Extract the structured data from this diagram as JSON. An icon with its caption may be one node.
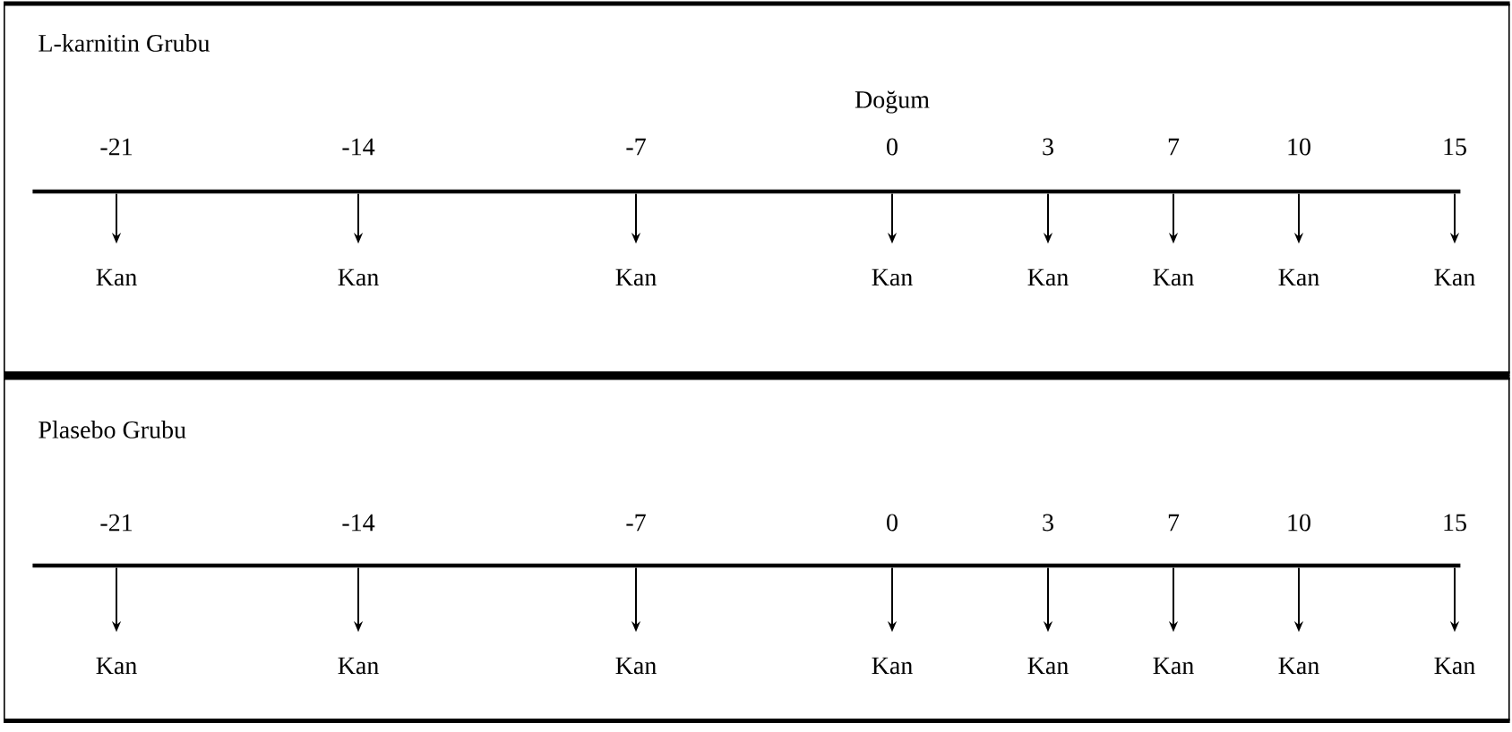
{
  "diagram": {
    "nodes": [
      {
        "text": [
          "L-karnitin Grubu"
        ]
      },
      {
        "text": [],
        "shape": "bar",
        "in": 0
      },
      {
        "text": [
          "Kan"
        ],
        "in": 0
      },
      {
        "text": [
          "Kan"
        ],
        "in": 0
      },
      {
        "text": [
          "Kan"
        ],
        "in": 0
      },
      {
        "text": [
          "Kan"
        ],
        "in": 0
      },
      {
        "text": [
          "Kan"
        ],
        "in": 0
      },
      {
        "text": [
          "Kan"
        ],
        "in": 0
      },
      {
        "text": [
          "Kan"
        ],
        "in": 0
      },
      {
        "text": [
          "Kan"
        ],
        "in": 0
      },
      {
        "text": [
          "Plasebo Grubu"
        ]
      },
      {
        "text": [],
        "shape": "bar",
        "in": 10
      },
      {
        "text": [
          "Kan"
        ],
        "in": 10
      },
      {
        "text": [
          "Kan"
        ],
        "in": 10
      },
      {
        "text": [
          "Kan"
        ],
        "in": 10
      },
      {
        "text": [
          "Kan"
        ],
        "in": 10
      },
      {
        "text": [
          "Kan"
        ],
        "in": 10
      },
      {
        "text": [
          "Kan"
        ],
        "in": 10
      },
      {
        "text": [
          "Kan"
        ],
        "in": 10
      },
      {
        "text": [
          "Kan"
        ],
        "in": 10
      }
    ],
    "edges": [
      {
        "from": 1,
        "to": 2,
        "arrow": "to"
      },
      {
        "from": 1,
        "to": 3,
        "arrow": "to"
      },
      {
        "from": 1,
        "to": 4,
        "arrow": "to"
      },
      {
        "from": 1,
        "to": 5,
        "arrow": "to"
      },
      {
        "from": 1,
        "to": 6,
        "arrow": "to"
      },
      {
        "from": 1,
        "to": 7,
        "arrow": "to"
      },
      {
        "from": 1,
        "to": 8,
        "arrow": "to"
      },
      {
        "from": 1,
        "to": 9,
        "arrow": "to"
      },
      {
        "from": 11,
        "to": 12,
        "arrow": "to"
      },
      {
        "from": 11,
        "to": 13,
        "arrow": "to"
      },
      {
        "from": 11,
        "to": 14,
        "arrow": "to"
      },
      {
        "from": 11,
        "to": 15,
        "arrow": "to"
      },
      {
        "from": 11,
        "to": 16,
        "arrow": "to"
      },
      {
        "from": 11,
        "to": 17,
        "arrow": "to"
      },
      {
        "from": 11,
        "to": 18,
        "arrow": "to"
      },
      {
        "from": 11,
        "to": 19,
        "arrow": "to"
      }
    ],
    "labels": [
      "Doğum",
      "-21",
      "-14",
      "-7",
      "0",
      "3",
      "7",
      "10",
      "15",
      "-21",
      "-14",
      "-7",
      "0",
      "3",
      "7",
      "10",
      "15"
    ]
  }
}
